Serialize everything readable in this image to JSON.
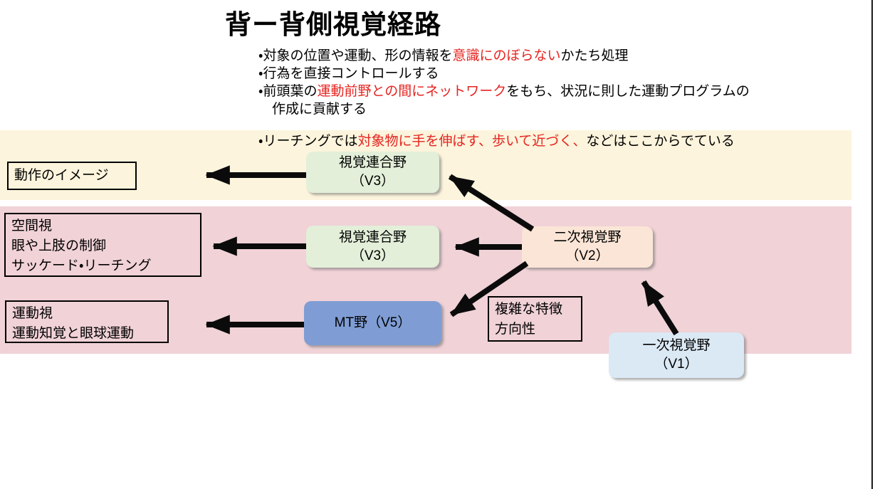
{
  "page": {
    "title": "背ー背側視覚経路"
  },
  "notes": {
    "bullets": [
      {
        "pre": "・対象の位置や運動、形の情報を",
        "red": "意識にのぼらない",
        "post": "かたち処理"
      },
      {
        "pre": "・行為を直接コントロールする",
        "red": "",
        "post": ""
      },
      {
        "pre": "・前頭葉の",
        "red": "運動前野との間にネットワーク",
        "post": "をもち、状況に則した運動プログラムの"
      },
      {
        "pre": "作成に貢献する",
        "red": "",
        "post": ""
      },
      {
        "pre": "・リーチングでは",
        "red": "対象物に手を伸ばす、歩いて近づく、",
        "post": "などはここからでている"
      }
    ]
  },
  "diagram": {
    "nodes": {
      "v3_top": {
        "line1": "視覚連合野",
        "line2": "（V3）",
        "fill": "#e3efd9"
      },
      "v3_mid": {
        "line1": "視覚連合野",
        "line2": "（V3）",
        "fill": "#e3efd9"
      },
      "v2": {
        "line1": "二次視覚野",
        "line2": "（V2）",
        "fill": "#fbe5d6"
      },
      "mt": {
        "label": "MT野（V5）",
        "fill": "#7f9dd4"
      },
      "v1": {
        "line1": "一次視覚野",
        "line2": "（V1）",
        "fill": "#dbe9f5"
      }
    },
    "outputs": {
      "action_image": {
        "lines": [
          "動作のイメージ"
        ]
      },
      "spatial": {
        "lines": [
          "空間視",
          "眼や上肢の制御",
          "サッケード・リーチング"
        ]
      },
      "motion": {
        "lines": [
          "運動視",
          "運動知覚と眼球運動"
        ]
      },
      "features": {
        "lines": [
          "複雑な特徴",
          "方向性"
        ]
      }
    },
    "connections": [
      {
        "from": "視覚連合野（V3）上",
        "to": "動作のイメージ"
      },
      {
        "from": "視覚連合野（V3）中",
        "to": "空間視・眼や上肢の制御・サッケード・リーチング"
      },
      {
        "from": "MT野（V5）",
        "to": "運動視・運動知覚と眼球運動"
      },
      {
        "from": "二次視覚野（V2）",
        "to": "視覚連合野（V3）上"
      },
      {
        "from": "二次視覚野（V2）",
        "to": "視覚連合野（V3）中"
      },
      {
        "from": "二次視覚野（V2）",
        "to": "MT野（V5）"
      },
      {
        "from": "一次視覚野（V1）",
        "to": "二次視覚野（V2）"
      }
    ],
    "band_colors": {
      "upper": "#fcf4dc",
      "lower": "#f0d2d7"
    },
    "accent_red": "#e52420"
  }
}
